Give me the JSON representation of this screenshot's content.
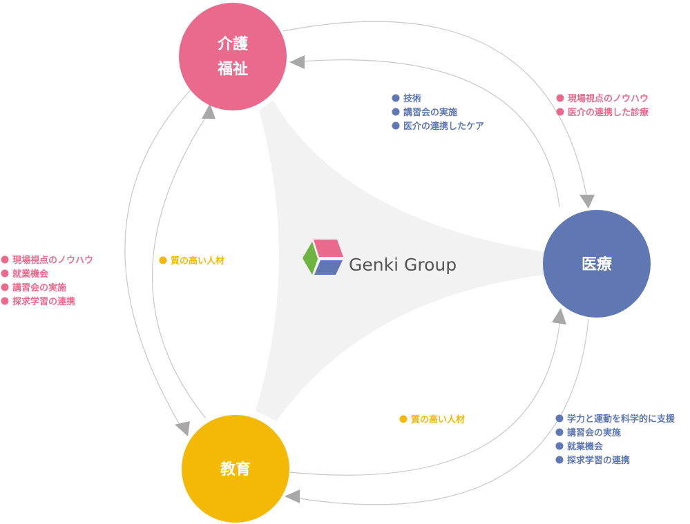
{
  "nodes": {
    "kaigo": {
      "line1": "介護",
      "line2": "福祉",
      "color": "#E96A8D"
    },
    "iryo": {
      "label": "医療",
      "color": "#5F78B4"
    },
    "kyoiku": {
      "label": "教育",
      "color": "#F4B807"
    }
  },
  "brand": {
    "name": "Genki Group",
    "logo_colors": {
      "pink": "#E96A8D",
      "green": "#6DB33F",
      "blue": "#5F78B4"
    }
  },
  "lists": {
    "kaigo_to_iryo": {
      "color": "#E96A8D",
      "items": [
        "現場視点のノウハウ",
        "医介の連携した診療"
      ]
    },
    "iryo_to_kaigo": {
      "color": "#5F78B4",
      "items": [
        "技術",
        "講習会の実施",
        "医介の連携したケア"
      ]
    },
    "kaigo_to_kyoiku": {
      "color": "#E96A8D",
      "items": [
        "現場視点のノウハウ",
        "就業機会",
        "講習会の実施",
        "探求学習の連携"
      ]
    },
    "kyoiku_to_kaigo": {
      "color": "#F4B807",
      "items": [
        "質の高い人材"
      ]
    },
    "kyoiku_to_iryo": {
      "color": "#F4B807",
      "items": [
        "質の高い人材"
      ]
    },
    "iryo_to_kyoiku": {
      "color": "#5F78B4",
      "items": [
        "学力と運動を科学的に支援",
        "講習会の実施",
        "就業機会",
        "探求学習の連携"
      ]
    }
  },
  "colors": {
    "connector": "#C8C8C8",
    "arrowhead": "#A8A8A8",
    "center_fill": "#F2F2F2"
  },
  "icons": [
    "arrowhead-icon",
    "bullet-dot-icon",
    "genki-logo-icon"
  ]
}
